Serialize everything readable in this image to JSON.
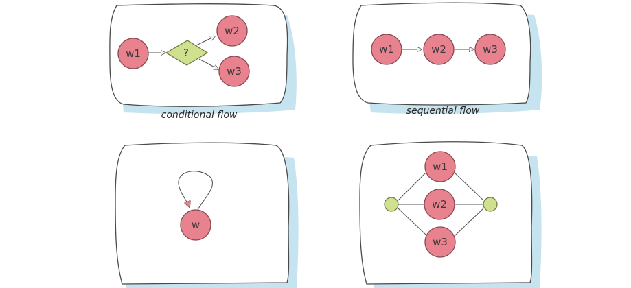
{
  "colors": {
    "node_fill": "#e8828e",
    "node_stroke": "#8a4a52",
    "decision_fill": "#cfe08e",
    "decision_stroke": "#6d7a3a",
    "junction_fill": "#cfe08e",
    "shadow": "#c6e4ef"
  },
  "panels": {
    "conditional": {
      "caption": "conditional flow",
      "nodes": {
        "w1": "w1",
        "decision": "?",
        "w2": "w2",
        "w3": "w3"
      }
    },
    "sequential": {
      "caption": "sequential flow",
      "nodes": {
        "w1": "w1",
        "w2": "w2",
        "w3": "w3"
      }
    },
    "loop": {
      "caption": "",
      "nodes": {
        "w": "w"
      }
    },
    "parallel": {
      "caption": "",
      "nodes": {
        "w1": "w1",
        "w2": "w2",
        "w3": "w3"
      }
    }
  }
}
